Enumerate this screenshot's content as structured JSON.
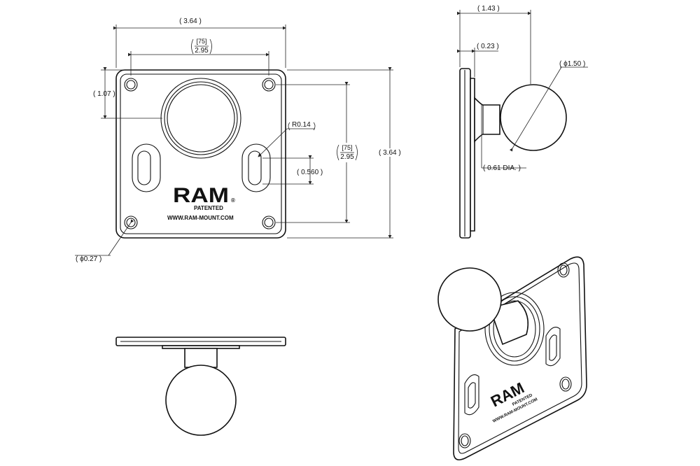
{
  "dimensions": {
    "overall_width": "3.64",
    "hole_spacing_h_mm": "75",
    "hole_spacing_h_in": "2.95",
    "hole_offset": "1.07",
    "slot_radius": "R0.14",
    "hole_spacing_v_mm": "75",
    "hole_spacing_v_in": "2.95",
    "overall_height": "3.64",
    "slot_length": "0.560",
    "hole_diameter": "0.27",
    "side_overall": "1.43",
    "plate_thickness": "0.23",
    "ball_diameter": "1.50",
    "neck_diameter": "0.61 DIA."
  },
  "symbols": {
    "diameter": "ϕ"
  },
  "branding": {
    "brand": "RAM",
    "registered": "®",
    "patented": "PATENTED",
    "website": "WWW.RAM-MOUNT.COM"
  }
}
